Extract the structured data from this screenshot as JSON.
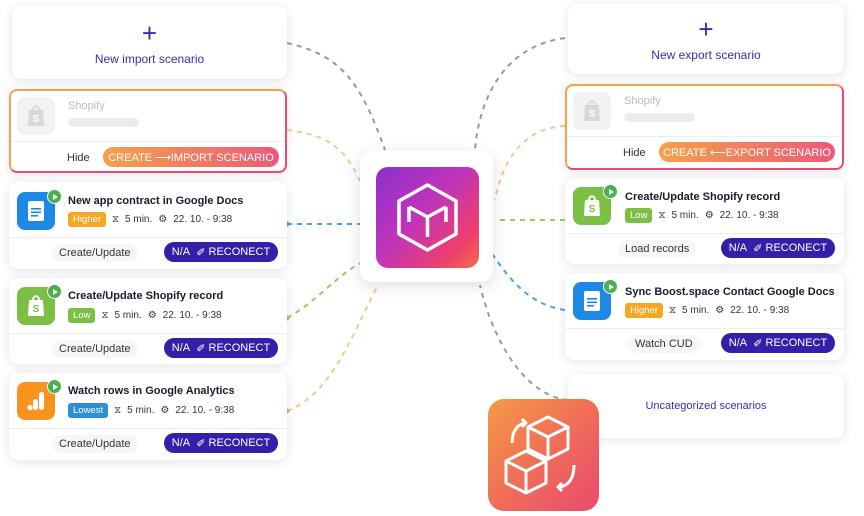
{
  "new_import": {
    "plus": "+",
    "label": "New import scenario"
  },
  "new_export": {
    "plus": "+",
    "label": "New export scenario"
  },
  "shopify_import": {
    "name": "Shopify",
    "hide": "Hide",
    "create": "CREATE ⟶IMPORT SCENARIO"
  },
  "shopify_export": {
    "name": "Shopify",
    "hide": "Hide",
    "create": "CREATE ⟵EXPORT SCENARIO"
  },
  "left_scenarios": [
    {
      "icon": "google-docs-icon",
      "title": "New app contract in Google Docs",
      "priority": "Higher",
      "priority_color": "#f5a623",
      "interval": "5 min.",
      "date": "22. 10. - 9:38",
      "action": "Create/Update",
      "status": "N/A",
      "reconnect": "RECONECT"
    },
    {
      "icon": "shopify-icon",
      "title": "Create/Update Shopify record",
      "priority": "Low",
      "priority_color": "#7cbf45",
      "interval": "5 min.",
      "date": "22. 10. - 9:38",
      "action": "Create/Update",
      "status": "N/A",
      "reconnect": "RECONECT"
    },
    {
      "icon": "google-analytics-icon",
      "title": "Watch rows in Google Analytics",
      "priority": "Lowest",
      "priority_color": "#2a8fd8",
      "interval": "5 min.",
      "date": "22. 10. - 9:38",
      "action": "Create/Update",
      "status": "N/A",
      "reconnect": "RECONECT"
    }
  ],
  "right_scenarios": [
    {
      "icon": "shopify-icon",
      "title": "Create/Update Shopify record",
      "priority": "Low",
      "priority_color": "#7cbf45",
      "interval": "5 min.",
      "date": "22. 10. - 9:38",
      "action": "Load records",
      "status": "N/A",
      "reconnect": "RECONECT"
    },
    {
      "icon": "google-docs-icon",
      "title": "Sync Boost.space Contact Google Docs",
      "priority": "Higher",
      "priority_color": "#f5a623",
      "interval": "5 min.",
      "date": "22. 10. - 9:38",
      "action": "Watch CUD",
      "status": "N/A",
      "reconnect": "RECONECT"
    }
  ],
  "uncategorized": {
    "label": "Uncategorized scenarios"
  }
}
